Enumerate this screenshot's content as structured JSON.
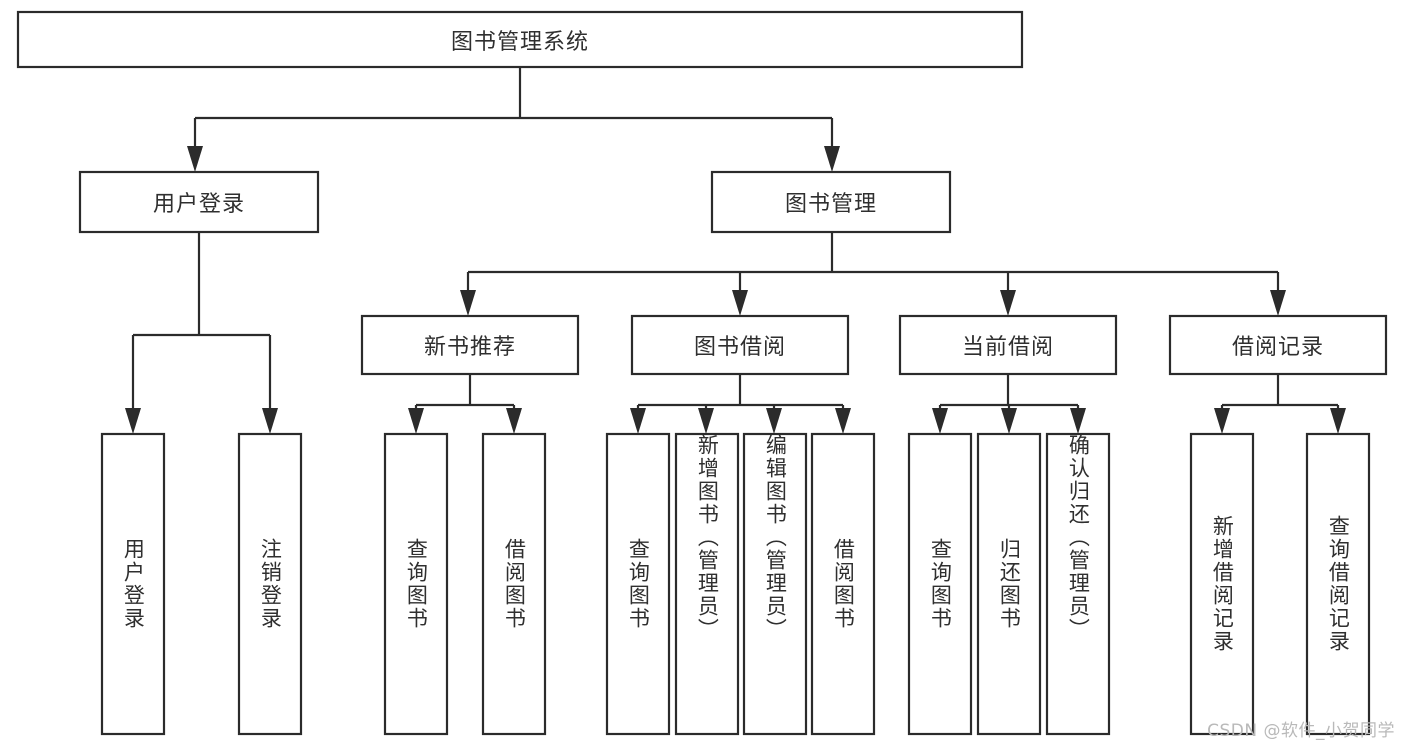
{
  "diagram": {
    "title": "图书管理系统",
    "type": "hierarchy-tree",
    "orientation": "top-down",
    "levels": 4,
    "box_fill": "#ffffff",
    "box_stroke": "#2b2b2b",
    "text_color": "#2f2f2f",
    "background": "#ffffff"
  },
  "watermark": {
    "text": "CSDN @软件_小贺同学",
    "color": "#b9b9b9"
  },
  "nodes": {
    "root": {
      "label": "图书管理系统",
      "level": 0,
      "orientation": "horizontal"
    },
    "level1": [
      {
        "id": "user-login",
        "label": "用户登录",
        "orientation": "horizontal"
      },
      {
        "id": "book-manage",
        "label": "图书管理",
        "orientation": "horizontal"
      }
    ],
    "level2": [
      {
        "id": "new-book-rec",
        "label": "新书推荐",
        "parent": "book-manage",
        "orientation": "horizontal"
      },
      {
        "id": "book-borrow",
        "label": "图书借阅",
        "parent": "book-manage",
        "orientation": "horizontal"
      },
      {
        "id": "current-borrow",
        "label": "当前借阅",
        "parent": "book-manage",
        "orientation": "horizontal"
      },
      {
        "id": "borrow-record",
        "label": "借阅记录",
        "parent": "book-manage",
        "orientation": "horizontal"
      }
    ],
    "leaves": [
      {
        "id": "leaf-user-login",
        "label": "用户登录",
        "parent": "user-login",
        "orientation": "vertical"
      },
      {
        "id": "leaf-user-logout",
        "label": "注销登录",
        "parent": "user-login",
        "orientation": "vertical"
      },
      {
        "id": "leaf-rec-query",
        "label": "查询图书",
        "parent": "new-book-rec",
        "orientation": "vertical"
      },
      {
        "id": "leaf-rec-borrow",
        "label": "借阅图书",
        "parent": "new-book-rec",
        "orientation": "vertical"
      },
      {
        "id": "leaf-bb-query",
        "label": "查询图书",
        "parent": "book-borrow",
        "orientation": "vertical"
      },
      {
        "id": "leaf-bb-add",
        "label": "新增图书（管理员）",
        "parent": "book-borrow",
        "orientation": "vertical"
      },
      {
        "id": "leaf-bb-edit",
        "label": "编辑图书（管理员）",
        "parent": "book-borrow",
        "orientation": "vertical"
      },
      {
        "id": "leaf-bb-borrow",
        "label": "借阅图书",
        "parent": "book-borrow",
        "orientation": "vertical"
      },
      {
        "id": "leaf-cb-query",
        "label": "查询图书",
        "parent": "current-borrow",
        "orientation": "vertical"
      },
      {
        "id": "leaf-cb-return",
        "label": "归还图书",
        "parent": "current-borrow",
        "orientation": "vertical"
      },
      {
        "id": "leaf-cb-confirm",
        "label": "确认归还（管理员）",
        "parent": "current-borrow",
        "orientation": "vertical"
      },
      {
        "id": "leaf-br-add",
        "label": "新增借阅记录",
        "parent": "borrow-record",
        "orientation": "vertical"
      },
      {
        "id": "leaf-br-query",
        "label": "查询借阅记录",
        "parent": "borrow-record",
        "orientation": "vertical"
      }
    ]
  }
}
